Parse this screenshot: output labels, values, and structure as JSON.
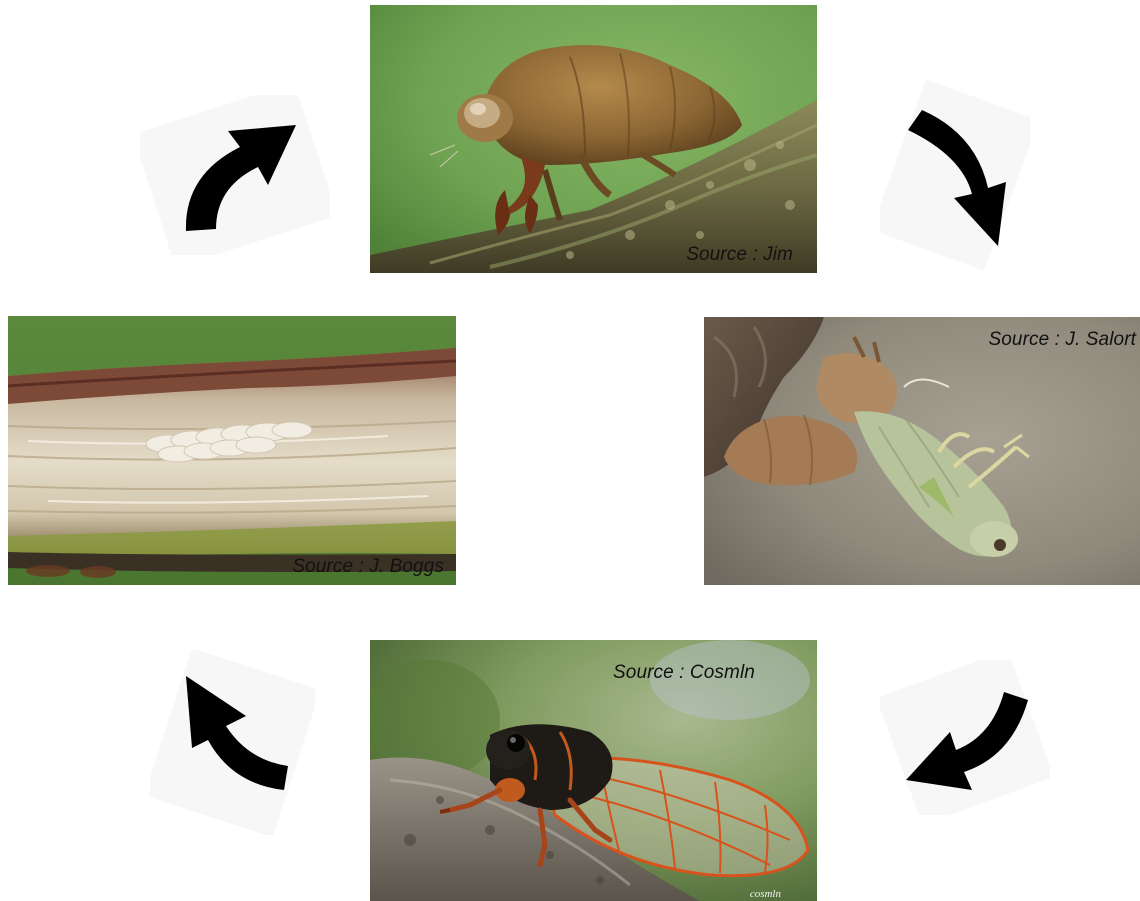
{
  "photos": {
    "top": {
      "caption": "Source :  Jim",
      "subject": "cicada nymph climbing bark"
    },
    "right": {
      "caption": "Source : J. Salort",
      "subject": "cicada emerging from nymph skin"
    },
    "bottom": {
      "caption": "Source : Cosmln",
      "watermark": "cosmln",
      "subject": "adult cicada on branch"
    },
    "left": {
      "caption": "Source : J. Boggs",
      "subject": "cicada eggs inside split twig"
    }
  },
  "arrows": [
    {
      "icon": "curved-arrow-up-right-icon"
    },
    {
      "icon": "curved-arrow-down-right-icon"
    },
    {
      "icon": "curved-arrow-down-left-icon"
    },
    {
      "icon": "curved-arrow-up-left-icon"
    }
  ],
  "colors": {
    "background": "#ffffff",
    "arrow": "#000000",
    "caption": "#111111",
    "wing_vein": "#d8521c",
    "green_backdrop": "#6fa352"
  }
}
